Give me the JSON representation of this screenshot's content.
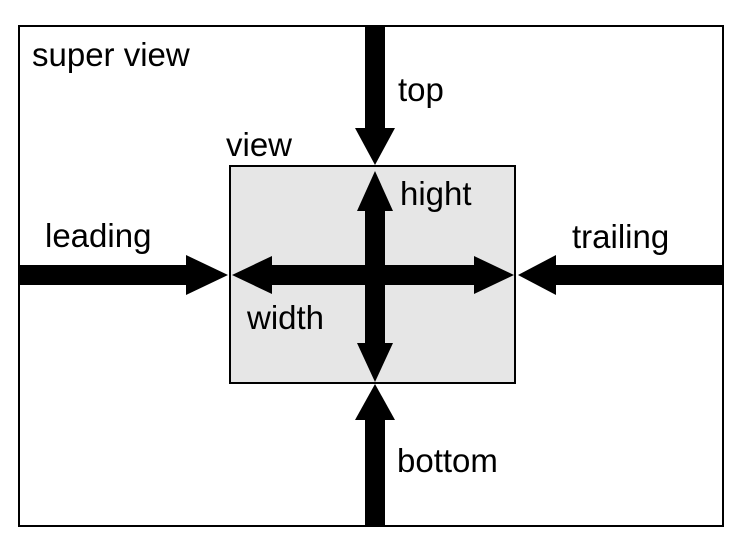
{
  "diagram": {
    "labels": {
      "super_view": "super view",
      "view": "view",
      "top": "top",
      "bottom": "bottom",
      "leading": "leading",
      "trailing": "trailing",
      "height": "hight",
      "width": "width"
    },
    "colors": {
      "background": "#ffffff",
      "border": "#000000",
      "view_fill": "#e6e6e6",
      "arrow": "#000000"
    }
  }
}
